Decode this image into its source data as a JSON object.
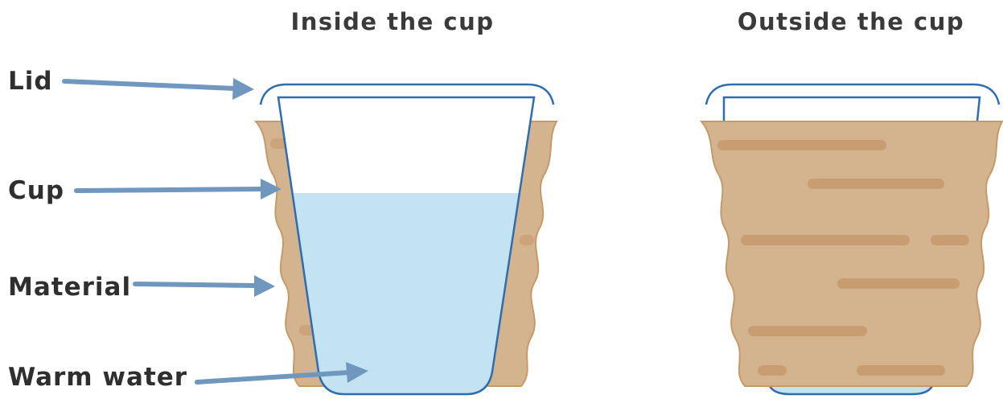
{
  "titles": {
    "inside": "Inside the cup",
    "outside": "Outside the cup"
  },
  "labels": {
    "lid": "Lid",
    "cup": "Cup",
    "material": "Material",
    "warm_water": "Warm water"
  },
  "colors": {
    "outline": "#2e6db0",
    "water": "#c3e3f3",
    "material": "#d4b38f",
    "material_edge": "#c59a6b",
    "material_stripe": "#c99d72",
    "arrow": "#7098bf",
    "text": "#2f2f2f"
  }
}
